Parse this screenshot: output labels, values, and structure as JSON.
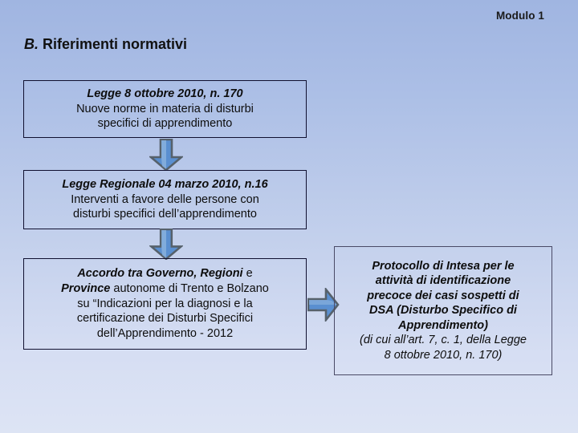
{
  "slide": {
    "module_label": "Modulo 1",
    "title_letter": "B.",
    "title_text": " Riferimenti normativi",
    "background_top_color": "#a0b5e1",
    "background_bottom_color": "#dde4f4",
    "text_color": "#0d0d0d",
    "border_color": "#101030",
    "arrow_fill_color": "#5a8fd0",
    "arrow_outline_color": "#56616b"
  },
  "boxes": {
    "legge_170": {
      "name": "Legge 8 ottobre 2010, n. 170",
      "lines": [
        {
          "text": "Legge 8 ottobre 2010, n. 170",
          "style": "bold-italic"
        },
        {
          "text": "Nuove norme in materia di disturbi",
          "style": "regular"
        },
        {
          "text": "specifici di apprendimento",
          "style": "regular"
        }
      ]
    },
    "legge_regionale": {
      "name": "Legge Regionale 04 marzo 2010, n.16",
      "lines": [
        {
          "text": "Legge Regionale 04 marzo 2010, n.16",
          "style": "bold-italic"
        },
        {
          "text": "Interventi a favore delle persone con",
          "style": "regular"
        },
        {
          "text": "disturbi specifici dell’apprendimento",
          "style": "regular"
        }
      ]
    },
    "accordo": {
      "name": "Accordo tra Governo, Regioni e Province autonome",
      "lines": [
        {
          "text_bold": "Accordo tra Governo, Regioni",
          "text_rest": " e",
          "style": "mixed"
        },
        {
          "text_bold": "Province",
          "text_rest": " autonome di Trento e Bolzano",
          "style": "mixed"
        },
        {
          "text": "su “Indicazioni per la diagnosi e la",
          "style": "regular"
        },
        {
          "text": "certificazione dei Disturbi Specifici",
          "style": "regular"
        },
        {
          "text": "dell’Apprendimento - 2012",
          "style": "regular"
        }
      ]
    },
    "protocollo": {
      "name": "Protocollo di Intesa",
      "lines": [
        {
          "text": "Protocollo di Intesa per le",
          "style": "bold-italic"
        },
        {
          "text": "attività di identificazione",
          "style": "bold-italic"
        },
        {
          "text": "precoce dei casi sospetti di",
          "style": "bold-italic"
        },
        {
          "text": "DSA (Disturbo Specifico di",
          "style": "bold-italic"
        },
        {
          "text": "Apprendimento)",
          "style": "bold-italic"
        },
        {
          "text": "(di cui all’art. 7, c. 1, della Legge",
          "style": "italic"
        },
        {
          "text": "8 ottobre 2010, n. 170)",
          "style": "italic"
        }
      ]
    }
  },
  "arrows": [
    {
      "id": "arrow-1",
      "direction": "down",
      "from": "legge_170",
      "to": "legge_regionale"
    },
    {
      "id": "arrow-2",
      "direction": "down",
      "from": "legge_regionale",
      "to": "accordo"
    },
    {
      "id": "arrow-3",
      "direction": "right",
      "from": "accordo",
      "to": "protocollo"
    }
  ]
}
